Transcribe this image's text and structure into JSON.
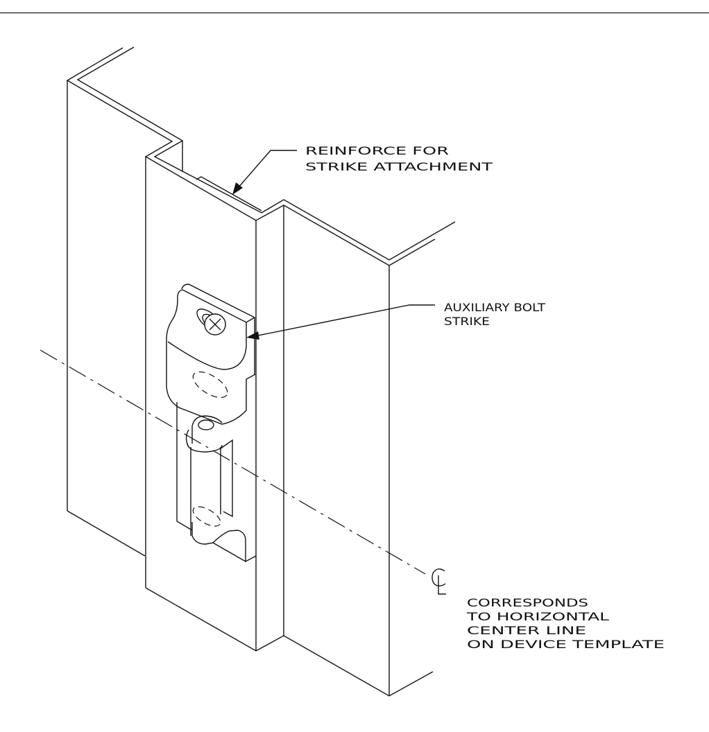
{
  "drawing": {
    "callouts": {
      "reinforce": {
        "lines": [
          "REINFORCE FOR",
          "STRIKE ATTACHMENT"
        ]
      },
      "auxiliary_bolt_strike": {
        "lines": [
          "AUXILIARY BOLT",
          "STRIKE"
        ]
      },
      "center_line_note": {
        "symbol": "CL",
        "lines": [
          "CORRESPONDS",
          "TO HORIZONTAL",
          "CENTER LINE",
          "ON DEVICE TEMPLATE"
        ]
      }
    }
  }
}
